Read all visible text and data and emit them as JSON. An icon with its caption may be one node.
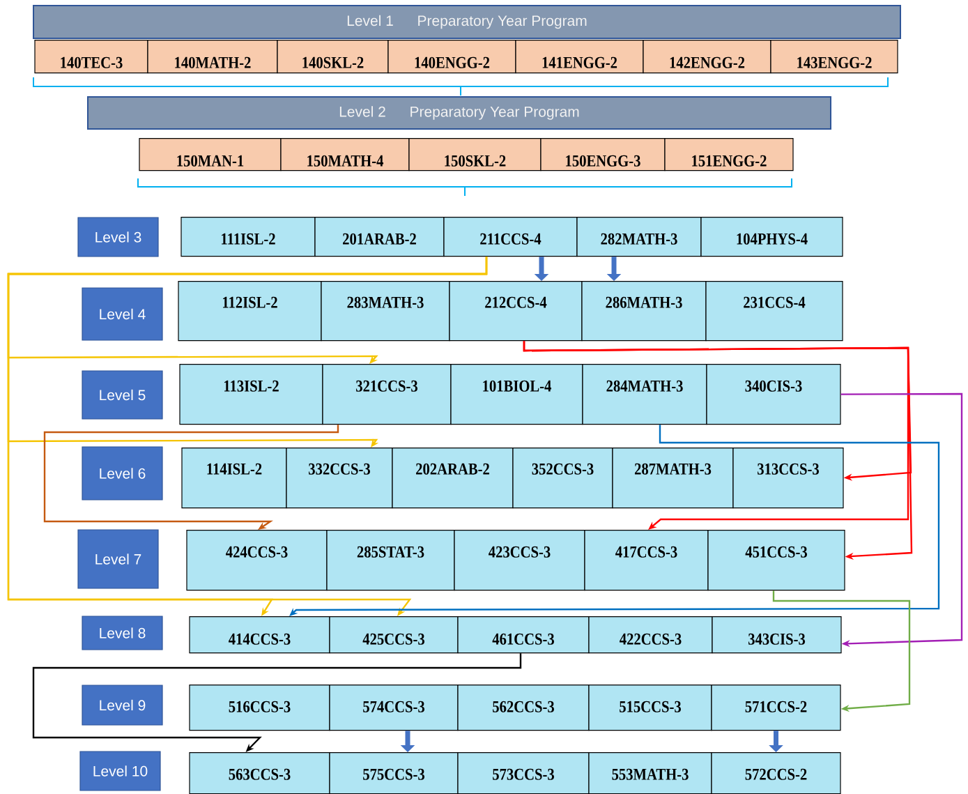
{
  "diagram": {
    "nodes": [
      {
        "text": [
          "Level 1",
          "Preparatory Year Program"
        ]
      },
      {
        "text": [
          "140TEC-3"
        ]
      },
      {
        "text": [
          "140MATH-2"
        ]
      },
      {
        "text": [
          "140SKL-2"
        ]
      },
      {
        "text": [
          "140ENGG-2"
        ]
      },
      {
        "text": [
          "141ENGG-2"
        ]
      },
      {
        "text": [
          "142ENGG-2"
        ]
      },
      {
        "text": [
          "143ENGG-2"
        ]
      },
      {
        "text": [
          "Level 2",
          "Preparatory Year Program"
        ]
      },
      {
        "text": [
          "150MAN-1"
        ]
      },
      {
        "text": [
          "150MATH-4"
        ]
      },
      {
        "text": [
          "150SKL-2"
        ]
      },
      {
        "text": [
          "150ENGG-3"
        ]
      },
      {
        "text": [
          "151ENGG-2"
        ]
      },
      {
        "text": [
          "Level 3"
        ]
      },
      {
        "text": [
          "111ISL-2"
        ]
      },
      {
        "text": [
          "201ARAB-2"
        ]
      },
      {
        "text": [
          "211CCS-4"
        ]
      },
      {
        "text": [
          "282MATH-3"
        ]
      },
      {
        "text": [
          "104PHYS-4"
        ]
      },
      {
        "text": [
          "Level 4"
        ]
      },
      {
        "text": [
          "112ISL-2"
        ]
      },
      {
        "text": [
          "283MATH-3"
        ]
      },
      {
        "text": [
          "212CCS-4"
        ]
      },
      {
        "text": [
          "286MATH-3"
        ]
      },
      {
        "text": [
          "231CCS-4"
        ]
      },
      {
        "text": [
          "Level 5"
        ]
      },
      {
        "text": [
          "113ISL-2"
        ]
      },
      {
        "text": [
          "321CCS-3"
        ]
      },
      {
        "text": [
          "101BIOL-4"
        ]
      },
      {
        "text": [
          "284MATH-3"
        ]
      },
      {
        "text": [
          "340CIS-3"
        ]
      },
      {
        "text": [
          "Level 6"
        ]
      },
      {
        "text": [
          "114ISL-2"
        ]
      },
      {
        "text": [
          "332CCS-3"
        ]
      },
      {
        "text": [
          "202ARAB-2"
        ]
      },
      {
        "text": [
          "352CCS-3"
        ]
      },
      {
        "text": [
          "287MATH-3"
        ]
      },
      {
        "text": [
          "313CCS-3"
        ]
      },
      {
        "text": [
          "Level 7"
        ]
      },
      {
        "text": [
          "424CCS-3"
        ]
      },
      {
        "text": [
          "285STAT-3"
        ]
      },
      {
        "text": [
          "423CCS-3"
        ]
      },
      {
        "text": [
          "417CCS-3"
        ]
      },
      {
        "text": [
          "451CCS-3"
        ]
      },
      {
        "text": [
          "Level 8"
        ]
      },
      {
        "text": [
          "414CCS-3"
        ]
      },
      {
        "text": [
          "425CCS-3"
        ]
      },
      {
        "text": [
          "461CCS-3"
        ]
      },
      {
        "text": [
          "422CCS-3"
        ]
      },
      {
        "text": [
          "343CIS-3"
        ]
      },
      {
        "text": [
          "Level 9"
        ]
      },
      {
        "text": [
          "516CCS-3"
        ]
      },
      {
        "text": [
          "574CCS-3"
        ]
      },
      {
        "text": [
          "562CCS-3"
        ]
      },
      {
        "text": [
          "515CCS-3"
        ]
      },
      {
        "text": [
          "571CCS-2"
        ]
      },
      {
        "text": [
          "Level 10"
        ]
      },
      {
        "text": [
          "563CCS-3"
        ]
      },
      {
        "text": [
          "575CCS-3"
        ]
      },
      {
        "text": [
          "573CCS-3"
        ]
      },
      {
        "text": [
          "553MATH-3"
        ]
      },
      {
        "text": [
          "572CCS-2"
        ]
      }
    ],
    "edges": [
      {
        "from": 17,
        "to": 23,
        "arrow": "to",
        "style": "thick",
        "color": "#4472c4"
      },
      {
        "from": 18,
        "to": 24,
        "arrow": "to",
        "style": "thick",
        "color": "#4472c4"
      },
      {
        "from": 17,
        "to": 28,
        "arrow": "to",
        "color": "#f5c400"
      },
      {
        "from": 17,
        "to": 34,
        "arrow": "to",
        "color": "#f5c400"
      },
      {
        "from": 17,
        "to": 46,
        "arrow": "to",
        "color": "#f5c400"
      },
      {
        "from": 17,
        "to": 47,
        "arrow": "to",
        "color": "#f5c400"
      },
      {
        "from": 28,
        "to": 40,
        "arrow": "to",
        "color": "#c55a11"
      },
      {
        "from": 23,
        "to": 38,
        "arrow": "to",
        "color": "#ff0000"
      },
      {
        "from": 23,
        "to": 43,
        "arrow": "to",
        "color": "#ff0000"
      },
      {
        "from": 23,
        "to": 44,
        "arrow": "to",
        "color": "#ff0000"
      },
      {
        "from": 31,
        "to": 50,
        "arrow": "to",
        "color": "#a31fb5"
      },
      {
        "from": 30,
        "to": 46,
        "arrow": "to",
        "color": "#0070c0"
      },
      {
        "from": 44,
        "to": 56,
        "arrow": "to",
        "color": "#70ad47"
      },
      {
        "from": 48,
        "to": 58,
        "arrow": "to",
        "color": "#000000"
      },
      {
        "from": 53,
        "to": 59,
        "arrow": "to",
        "style": "thick",
        "color": "#4472c4"
      },
      {
        "from": 56,
        "to": 62,
        "arrow": "to",
        "style": "thick",
        "color": "#4472c4"
      }
    ]
  }
}
